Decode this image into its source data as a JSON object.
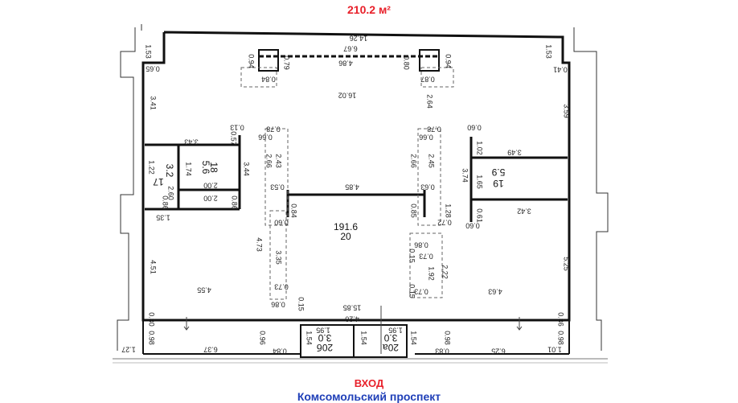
{
  "header": {
    "total_area": "210.2 м²"
  },
  "footer": {
    "entrance_label": "ВХОД",
    "street_label": "Комсомольский проспект"
  },
  "room_main": {
    "label_number": "20",
    "label_area": "191.6"
  },
  "room_17": {
    "label_number": "17",
    "label_area": "3.2"
  },
  "room_18": {
    "label_number": "18",
    "label_area": "5.6"
  },
  "room_19": {
    "label_number": "19",
    "label_area": "5.9"
  },
  "room_20b": {
    "label_number": "20б",
    "label_area": "3.0"
  },
  "room_20a": {
    "label_number": "20а",
    "label_area": "3.0"
  },
  "dimensions": [
    "14.26",
    "6.67",
    "4.86",
    "0.94",
    "0.79",
    "0.80",
    "0.94",
    "0.84",
    "0.87",
    "1.53",
    "1.53",
    "0.65",
    "0.41",
    "3.41",
    "3.59",
    "16.02",
    "2.64",
    "0.13",
    "0.57",
    "0.78",
    "0.66",
    "0.78",
    "0.66",
    "3.43",
    "2.66",
    "2.43",
    "2.66",
    "2.45",
    "0.60",
    "1.02",
    "3.49",
    "1.22",
    "1.74",
    "3.44",
    "3.74",
    "1.65",
    "0.60",
    "0.61",
    "3.42",
    "2.60",
    "2.00",
    "2.00",
    "0.86",
    "0.86",
    "0.53",
    "4.85",
    "0.63",
    "0.84",
    "0.85",
    "1.28",
    "1.35",
    "0.60",
    "0.72",
    "4.73",
    "0.86",
    "0.15",
    "0.73",
    "3.35",
    "1.92",
    "2.22",
    "4.51",
    "4.55",
    "0.73",
    "0.86",
    "0.15",
    "0.73",
    "0.15",
    "4.63",
    "5.25",
    "15.85",
    "4.20",
    "0.30",
    "0.36",
    "1.95",
    "1.95",
    "0.98",
    "0.96",
    "0.98",
    "0.98",
    "1.27",
    "6.37",
    "0.84",
    "1.54",
    "1.54",
    "1.54",
    "0.83",
    "6.25",
    "1.01"
  ]
}
